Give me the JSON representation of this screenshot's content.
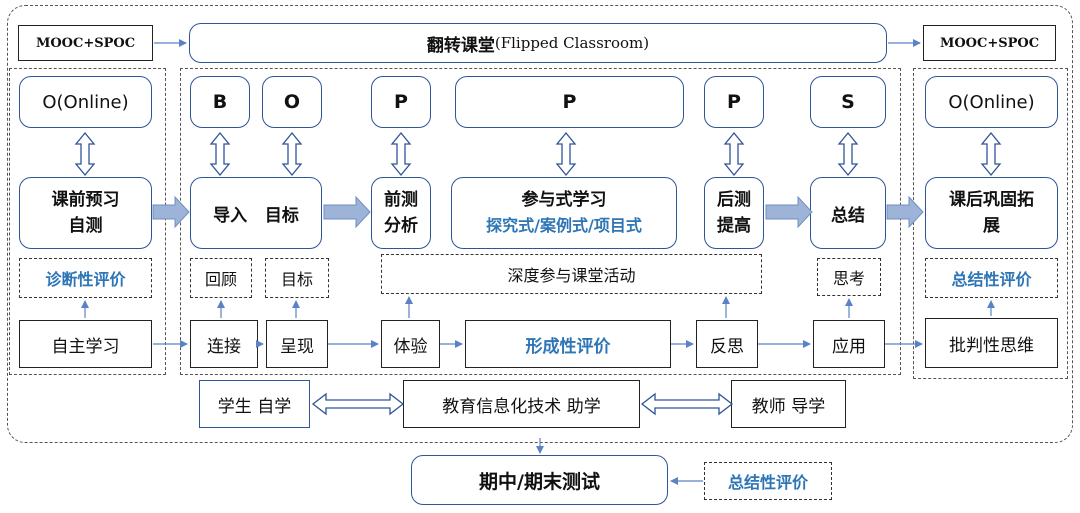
{
  "header": {
    "mooc_left": "MOOC+SPOC",
    "title_cn": "翻转课堂",
    "title_en": "(Flipped Classroom)",
    "mooc_right": "MOOC+SPOC"
  },
  "pre_class": {
    "online": "O(Online)",
    "main_line1": "课前预习",
    "main_line2": "自测",
    "eval": "诊断性评价",
    "self_study": "自主学习"
  },
  "in_class": {
    "bopps": [
      "B",
      "O",
      "P",
      "P",
      "P",
      "S"
    ],
    "intro_target": "导入   目标",
    "pre_test_line1": "前测",
    "pre_test_line2": "分析",
    "participatory_title": "参与式学习",
    "participatory_sub": "探究式/案例式/项目式",
    "post_test_line1": "后测",
    "post_test_line2": "提高",
    "summary": "总结",
    "review": "回顾",
    "target": "目标",
    "deep_participation": "深度参与课堂活动",
    "thinking": "思考",
    "connect": "连接",
    "present": "呈现",
    "experience": "体验",
    "formative": "形成性评价",
    "reflect": "反思",
    "apply": "应用"
  },
  "post_class": {
    "online": "O(Online)",
    "main_line1": "课后巩固拓",
    "main_line2": "展",
    "eval": "总结性评价",
    "critical": "批判性思维"
  },
  "support": {
    "student": "学生 自学",
    "tech": "教育信息化技术 助学",
    "teacher": "教师 导学"
  },
  "exam": {
    "title": "期中/期末测试",
    "eval": "总结性评价"
  },
  "colors": {
    "border_blue": "#2f5597",
    "text_blue": "#2e75b6",
    "arrow_fill": "#9db3d8"
  }
}
